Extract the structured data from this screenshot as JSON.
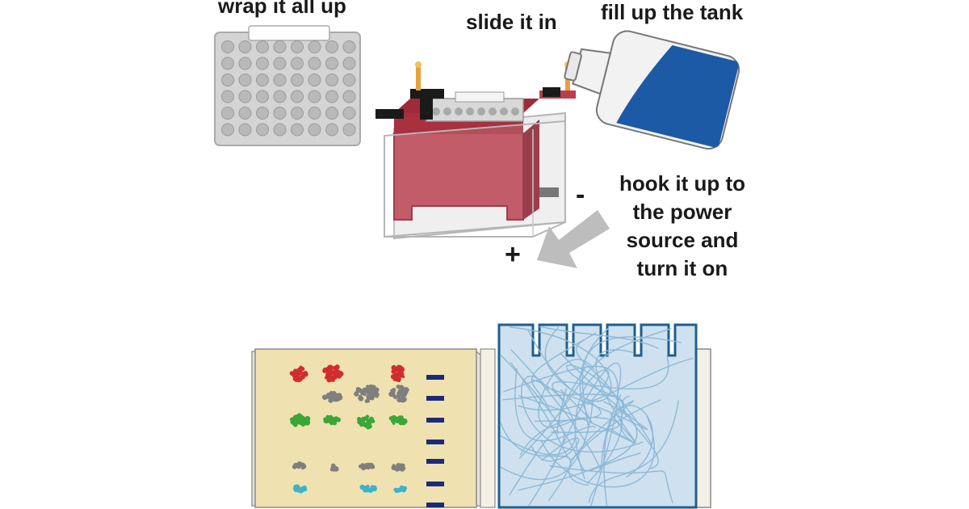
{
  "labels": {
    "wrap": "wrap it all up",
    "slide": "slide it in",
    "fill": "fill up the tank",
    "hook": "hook it up to the power source and turn it on"
  },
  "signs": {
    "negative": "-",
    "positive": "+"
  },
  "colors": {
    "tank_red": "#b8404e",
    "tank_dark": "#8a1d2c",
    "buffer_blue": "#1d5aa6",
    "gel_yellow": "#efe2b0",
    "membrane_blue": "#cfe1ef",
    "fiber_blue": "#8db9d6",
    "arrow_gray": "#bdbdbd",
    "cassette_gray": "#d4d4d4",
    "ladder_navy": "#1c2a7a",
    "band_red": "#d02e2e",
    "band_gray": "#7f7f7f",
    "band_green": "#3aa637",
    "band_cyan": "#3ab3cc"
  }
}
